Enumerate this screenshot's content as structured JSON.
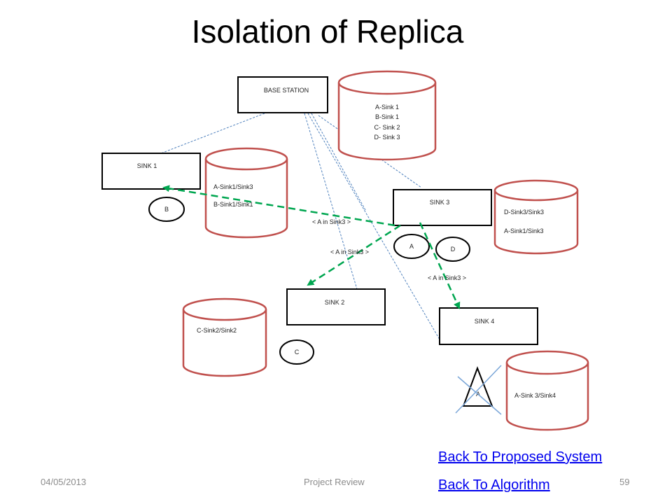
{
  "slide": {
    "title": "Isolation of Replica",
    "date": "04/05/2013",
    "footer_center": "Project Review",
    "page_number": "59"
  },
  "diagram": {
    "base_station": {
      "label": "BASE STATION",
      "table": [
        "A-Sink 1",
        "B-Sink 1",
        "C- Sink 2",
        "D- Sink 3"
      ]
    },
    "sink1": {
      "label": "SINK 1",
      "table": [
        "A-Sink1/Sink3",
        "B-Sink1/Sink1"
      ]
    },
    "sink2": {
      "label": "SINK 2",
      "table": [
        "C-Sink2/Sink2"
      ]
    },
    "sink3": {
      "label": "SINK 3",
      "table": [
        "D-Sink3/Sink3",
        "A-Sink1/Sink3"
      ]
    },
    "sink4": {
      "label": "SINK 4",
      "table": [
        "A-Sink 3/Sink4"
      ]
    },
    "nodes": {
      "b": "B",
      "c": "C",
      "a": "A",
      "d": "D",
      "a_isolated": "A"
    },
    "messages": [
      "< A in Sink3 >",
      "< A in Sink3 >",
      "< A in Sink3 >"
    ],
    "colors": {
      "cylinder": "#c0504d",
      "message_arrow": "#00a650",
      "link_line": "#4f81bd"
    }
  },
  "links": {
    "proposed_system": "Back To Proposed System",
    "algorithm": "Back To Algorithm"
  }
}
